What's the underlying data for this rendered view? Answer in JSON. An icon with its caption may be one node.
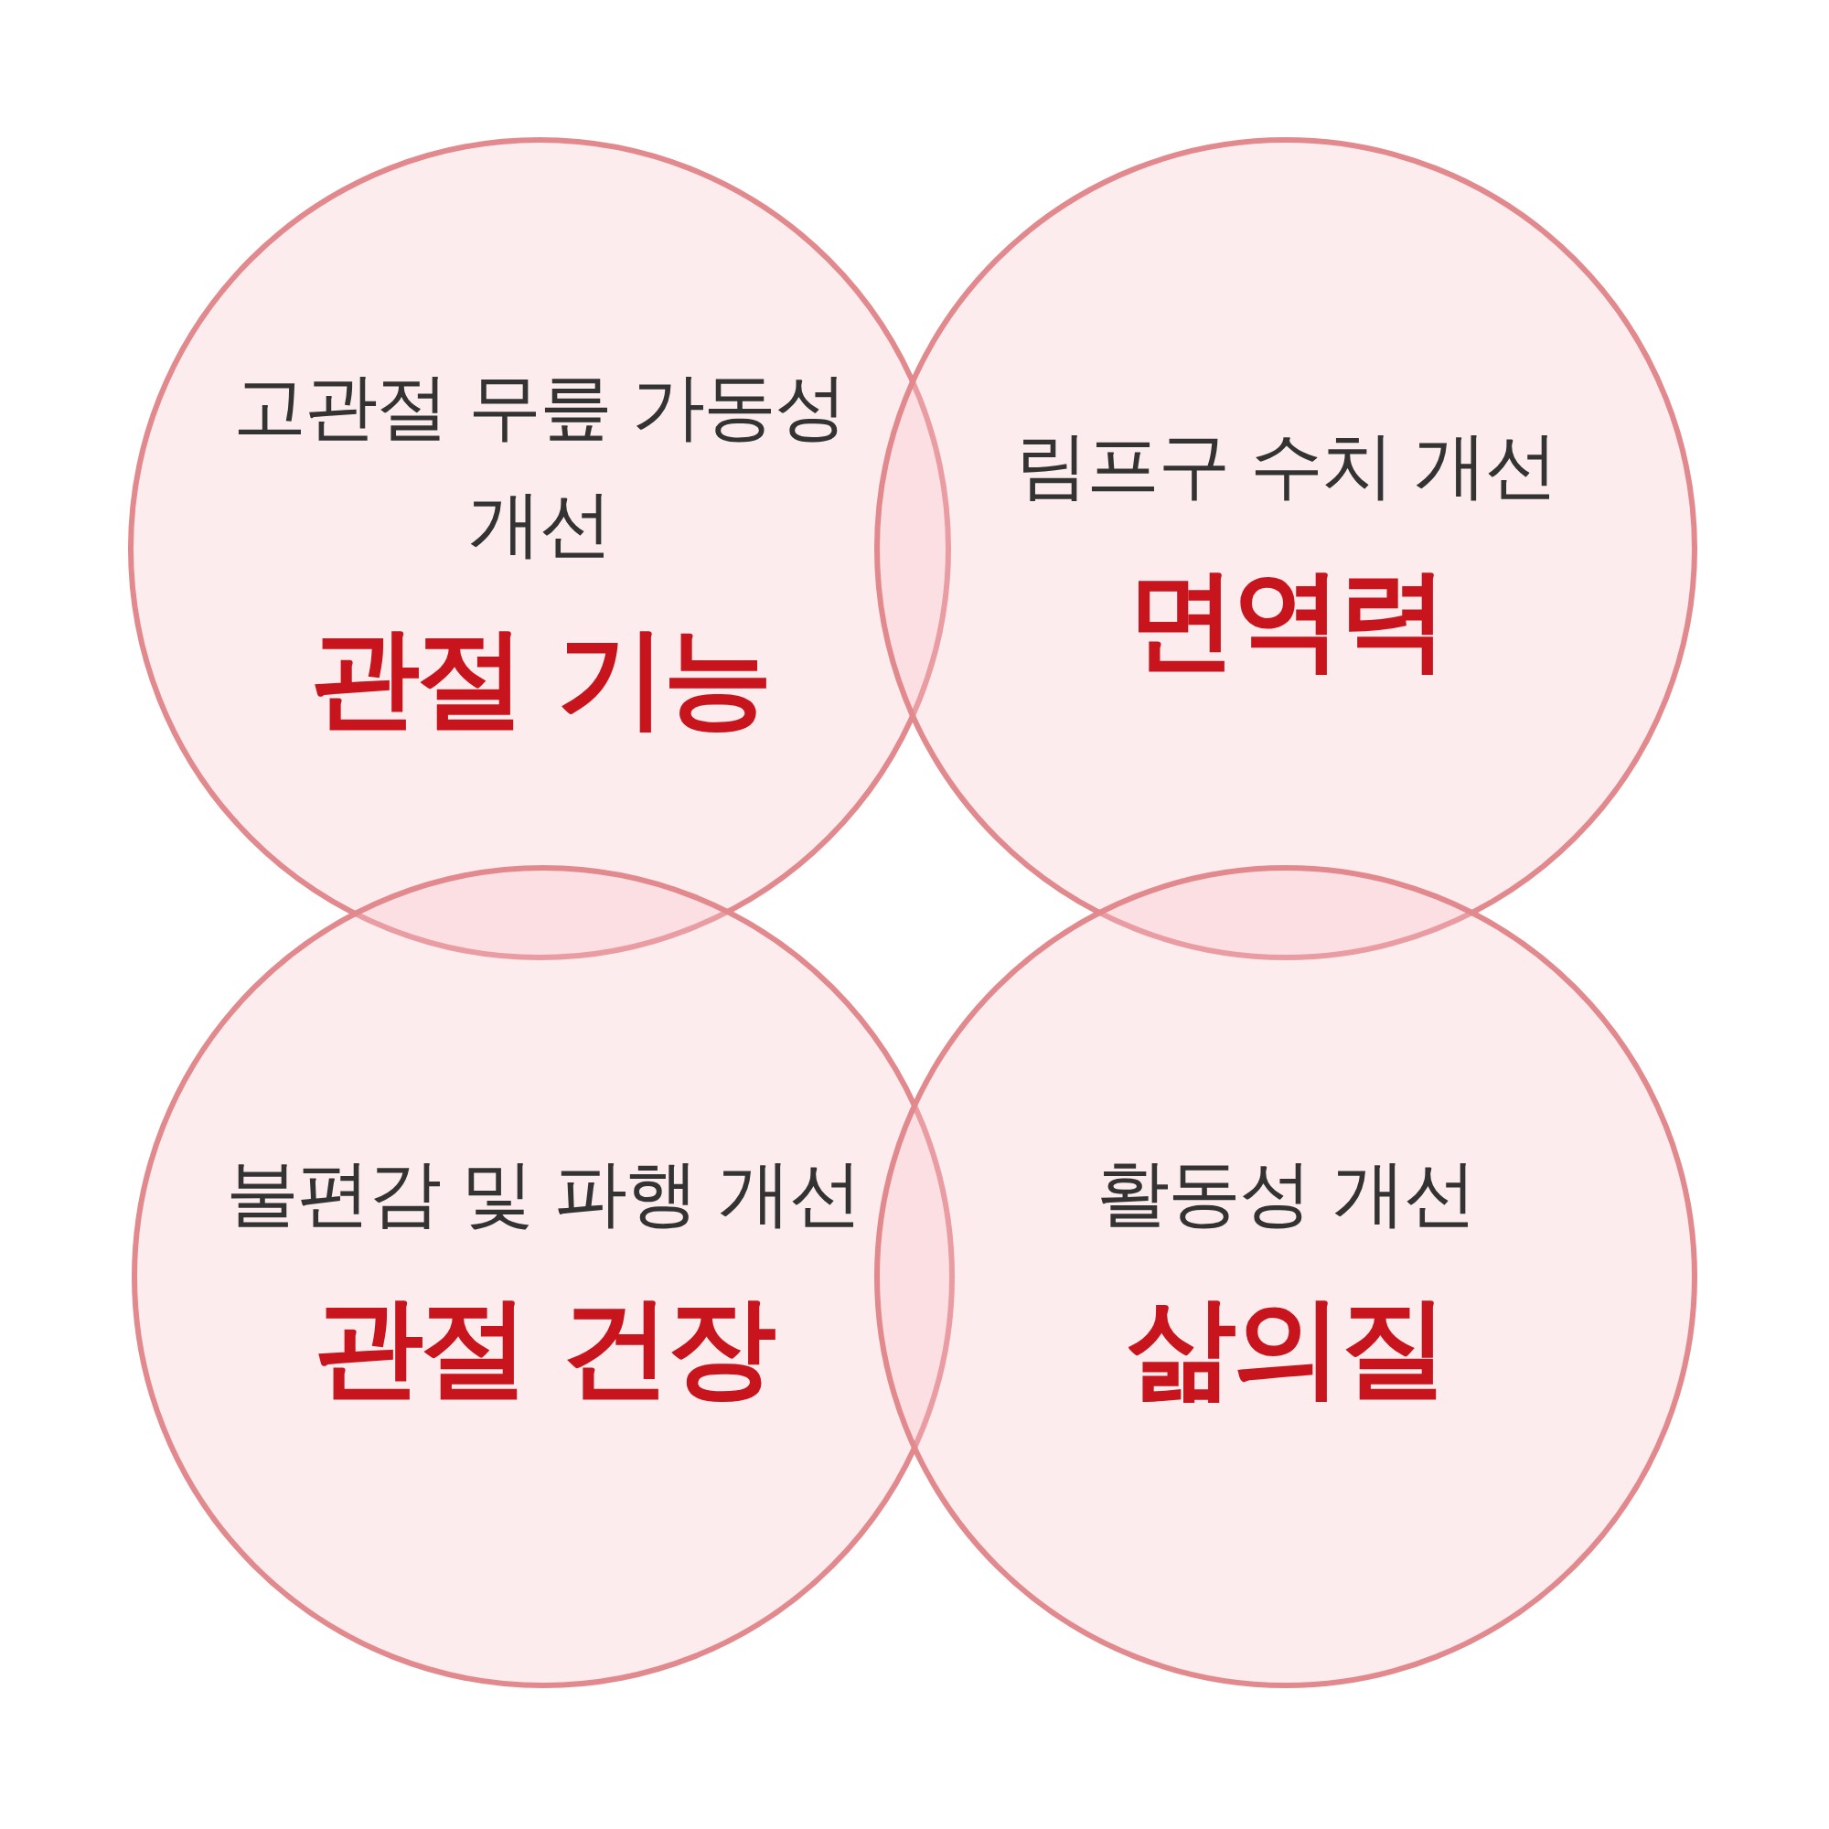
{
  "diagram": {
    "nodes": [
      {
        "text": [
          "고관절 무릎 가동성 개선",
          "관절 기능"
        ]
      },
      {
        "text": [
          "림프구 수치 개선",
          "면역력"
        ]
      },
      {
        "text": [
          "불편감 및 파행 개선",
          "관절 건장"
        ]
      },
      {
        "text": [
          "활동성 개선",
          "삶의질"
        ]
      }
    ]
  }
}
